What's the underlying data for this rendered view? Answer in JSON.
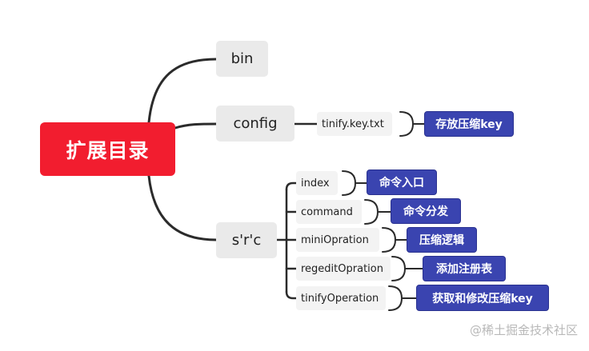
{
  "root": {
    "label": "扩展目录"
  },
  "level1": [
    {
      "label": "bin"
    },
    {
      "label": "config"
    },
    {
      "label": "s'r'c"
    }
  ],
  "config_children": [
    {
      "label": "tinify.key.txt",
      "note": "存放压缩key"
    }
  ],
  "src_children": [
    {
      "label": "index",
      "note": "命令入口"
    },
    {
      "label": "command",
      "note": "命令分发"
    },
    {
      "label": "miniOpration",
      "note": "压缩逻辑"
    },
    {
      "label": "regeditOpration",
      "note": "添加注册表"
    },
    {
      "label": "tinifyOperation",
      "note": "获取和修改压缩key"
    }
  ],
  "watermark": {
    "text": "@稀土掘金技术社区"
  },
  "colors": {
    "root": "#f21d2f",
    "note": "#3a44b0",
    "node": "#eaeaea",
    "connector": "#2b2b2b"
  }
}
